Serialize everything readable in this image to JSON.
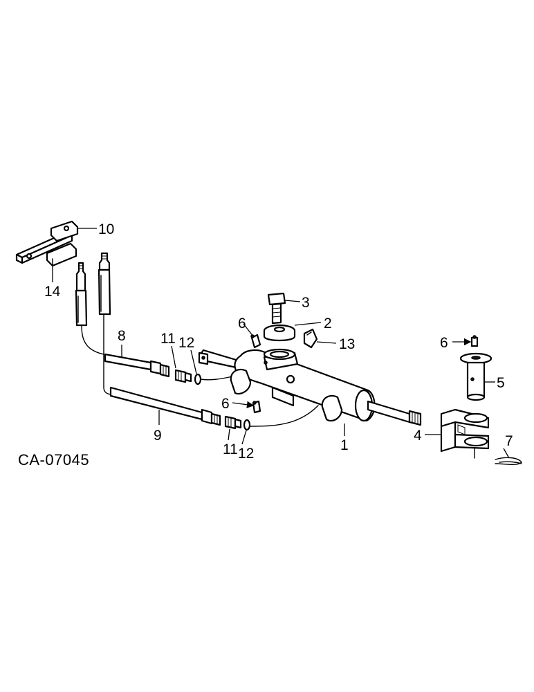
{
  "drawing_code": "CA-07045",
  "callouts": {
    "c1": "1",
    "c2": "2",
    "c3": "3",
    "c4": "4",
    "c5": "5",
    "c6a": "6",
    "c6b": "6",
    "c6c": "6",
    "c7": "7",
    "c8": "8",
    "c9": "9",
    "c10": "10",
    "c11a": "11",
    "c11b": "11",
    "c12a": "12",
    "c12b": "12",
    "c13": "13",
    "c14": "14"
  },
  "colors": {
    "line": "#000000",
    "background": "#ffffff"
  },
  "icons": {
    "arrowhead": "arrowhead-icon"
  }
}
